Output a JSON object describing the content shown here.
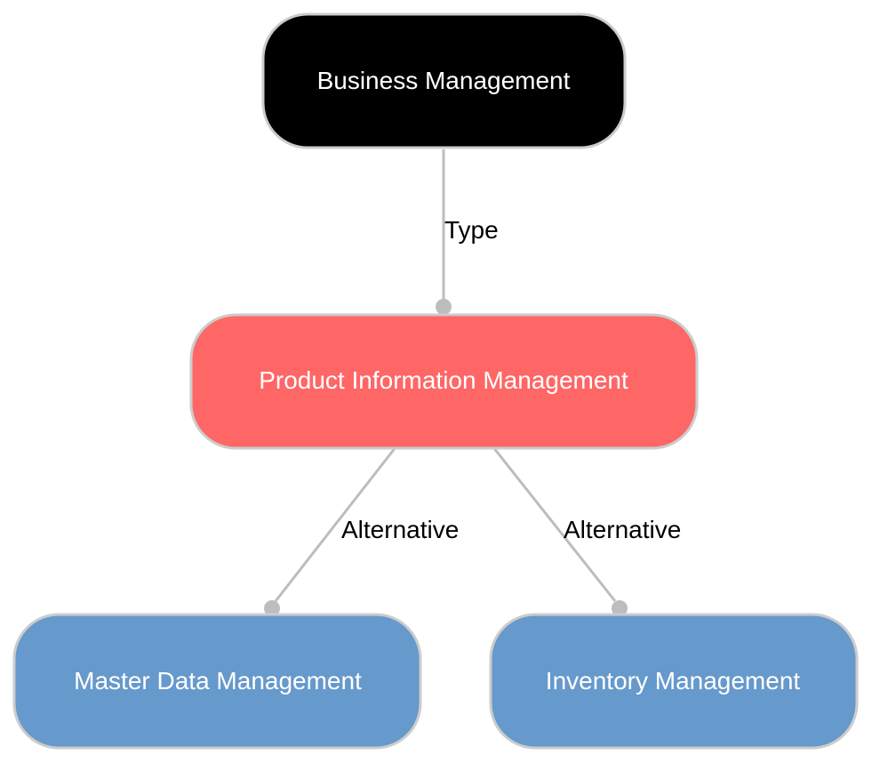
{
  "diagram": {
    "nodes": [
      {
        "id": "business",
        "label": "Business Management",
        "fill": "#000000",
        "text_color": "#ffffff",
        "border": "#cccccc"
      },
      {
        "id": "pim",
        "label": "Product Information Management",
        "fill": "#ff6666",
        "text_color": "#ffffff",
        "border": "#cccccc"
      },
      {
        "id": "mdm",
        "label": "Master Data Management",
        "fill": "#6699cc",
        "text_color": "#ffffff",
        "border": "#cccccc"
      },
      {
        "id": "inventory",
        "label": "Inventory Management",
        "fill": "#6699cc",
        "text_color": "#ffffff",
        "border": "#cccccc"
      }
    ],
    "edges": [
      {
        "from": "business",
        "to": "pim",
        "label": "Type",
        "color": "#bdbdbd"
      },
      {
        "from": "pim",
        "to": "mdm",
        "label": "Alternative",
        "color": "#bdbdbd"
      },
      {
        "from": "pim",
        "to": "inventory",
        "label": "Alternative",
        "color": "#bdbdbd"
      }
    ]
  }
}
